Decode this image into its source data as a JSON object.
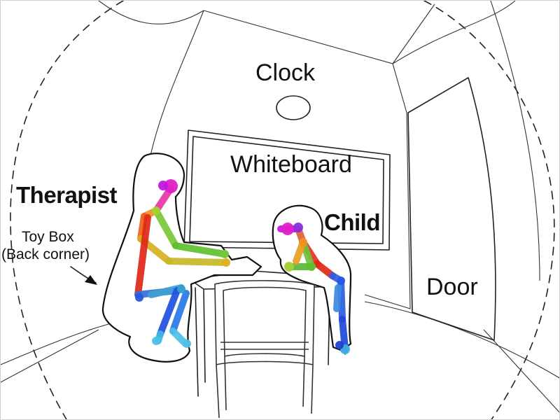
{
  "labels": {
    "clock": "Clock",
    "whiteboard": "Whiteboard",
    "therapist": "Therapist",
    "child": "Child",
    "toy_box_line1": "Toy Box",
    "toy_box_line2": "(Back corner)",
    "door": "Door"
  },
  "colors": {
    "ink": "#222222",
    "background": "#ffffff",
    "pose_head": "#e020c8",
    "pose_right_arm": "#e8a020",
    "pose_left_arm": "#6cc030",
    "pose_torso": "#e02010",
    "pose_legs": "#2060e0",
    "pose_feet": "#40b0e0"
  },
  "icons": {
    "arrow": "arrow-pointer-icon"
  }
}
